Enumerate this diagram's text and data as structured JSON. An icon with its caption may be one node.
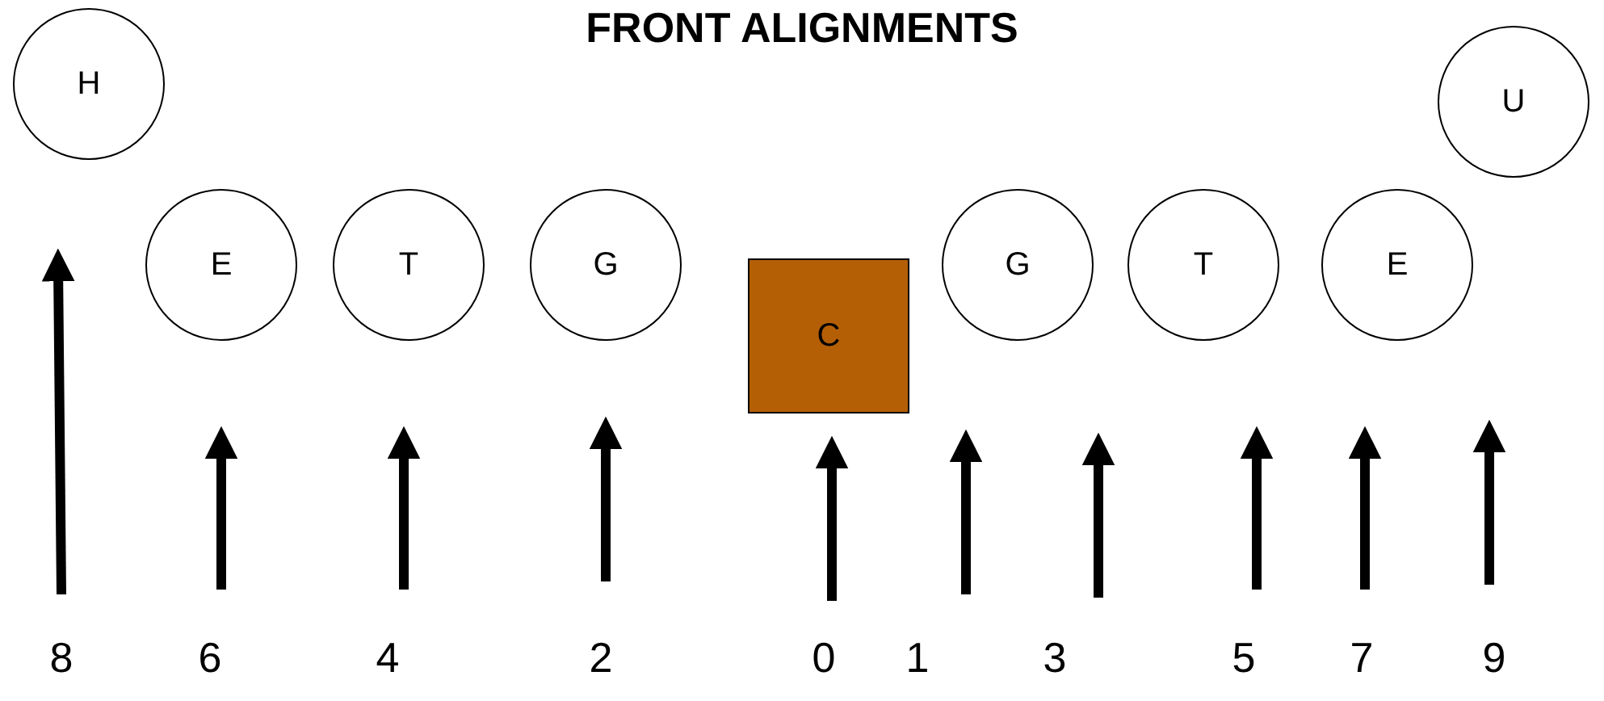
{
  "diagram": {
    "title": "FRONT ALIGNMENTS",
    "nodes": [
      {
        "text": [
          "H"
        ]
      },
      {
        "text": [
          "E"
        ]
      },
      {
        "text": [
          "T"
        ]
      },
      {
        "text": [
          "G"
        ]
      },
      {
        "text": [
          "C"
        ]
      },
      {
        "text": [
          "G"
        ]
      },
      {
        "text": [
          "T"
        ]
      },
      {
        "text": [
          "E"
        ]
      },
      {
        "text": [
          "U"
        ]
      }
    ],
    "labels": [
      "8",
      "6",
      "4",
      "2",
      "0",
      "1",
      "3",
      "5",
      "7",
      "9"
    ]
  }
}
